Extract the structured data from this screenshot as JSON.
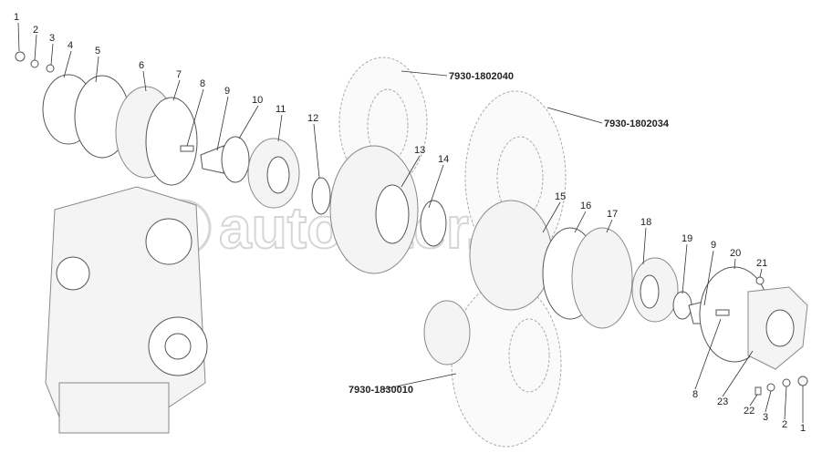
{
  "diagram": {
    "watermark": "autopiter.ru",
    "part_numbers": {
      "gear_top": "7930-1802040",
      "gear_right": "7930-1802034",
      "gear_bottom": "7930-1830010"
    },
    "callouts_left": [
      "1",
      "2",
      "3",
      "4",
      "5",
      "6",
      "7",
      "8",
      "9",
      "10",
      "11",
      "12",
      "13",
      "14"
    ],
    "callouts_right": [
      "15",
      "16",
      "17",
      "18",
      "19",
      "9",
      "20",
      "21",
      "8",
      "23",
      "22",
      "3",
      "2",
      "1"
    ]
  }
}
